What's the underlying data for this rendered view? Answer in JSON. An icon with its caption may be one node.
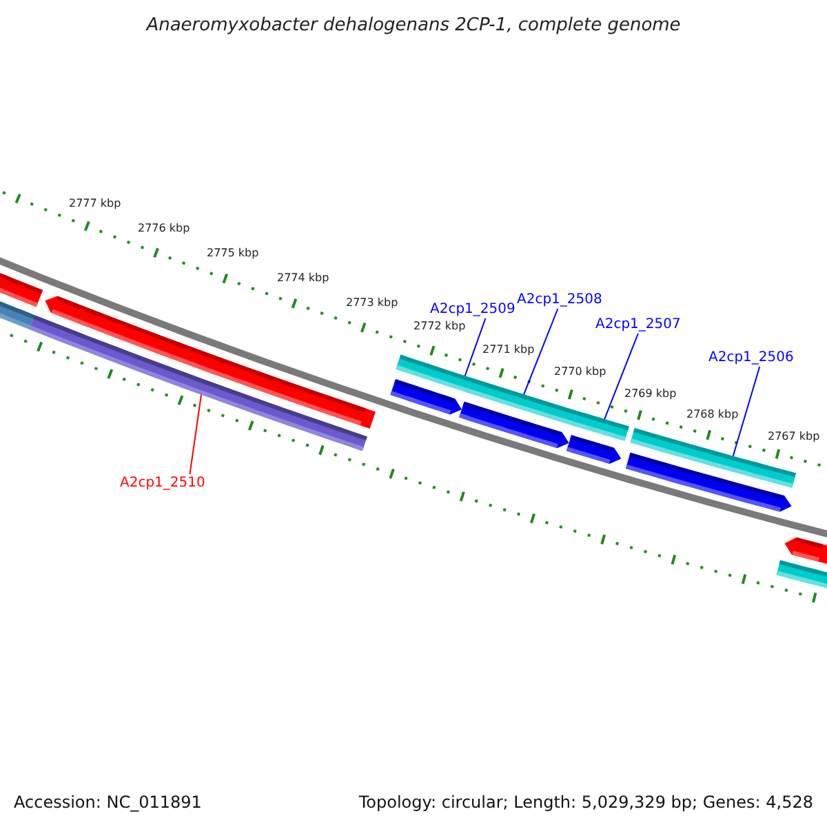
{
  "diagram": {
    "title": "Anaeromyxobacter dehalogenans 2CP-1, complete genome",
    "nodes": [
      {
        "text": [
          "A2cp1_2509"
        ]
      },
      {
        "text": [
          "A2cp1_2508"
        ]
      },
      {
        "text": [
          "A2cp1_2507"
        ]
      },
      {
        "text": [
          "A2cp1_2506"
        ]
      },
      {
        "text": [],
        "shape": "bar"
      },
      {
        "text": [],
        "shape": "bar"
      },
      {
        "text": [],
        "shape": "bar"
      },
      {
        "text": [],
        "shape": "bar"
      },
      {
        "text": [],
        "shape": "bar"
      },
      {
        "text": [],
        "shape": "bar"
      },
      {
        "text": [],
        "shape": "bar"
      },
      {
        "text": [],
        "shape": "bar"
      },
      {
        "text": [],
        "shape": "bar"
      },
      {
        "text": [],
        "shape": "bar"
      },
      {
        "text": [],
        "shape": "bar"
      },
      {
        "text": [],
        "shape": "bar"
      },
      {
        "text": [],
        "shape": "bar"
      },
      {
        "text": [],
        "shape": "bar"
      },
      {
        "text": [
          "A2cp1_2510"
        ]
      }
    ],
    "edges": [
      {
        "from": 0,
        "to": 4,
        "arrow": "none"
      },
      {
        "from": 1,
        "to": 5,
        "arrow": "none"
      },
      {
        "from": 2,
        "to": 6,
        "arrow": "none"
      },
      {
        "from": 3,
        "to": 7,
        "arrow": "none"
      },
      {
        "from": 18,
        "to": 15,
        "arrow": "none",
        "color": "#ff0000"
      }
    ],
    "labels": [
      "2777 kbp",
      "2776 kbp",
      "2775 kbp",
      "2774 kbp",
      "2773 kbp",
      "2772 kbp",
      "2771 kbp",
      "2770 kbp",
      "2769 kbp",
      "2768 kbp",
      "2767 kbp",
      "Accession: NC_011891",
      "Topology: circular; Length: 5,029,329 bp; Genes: 4,528"
    ]
  }
}
